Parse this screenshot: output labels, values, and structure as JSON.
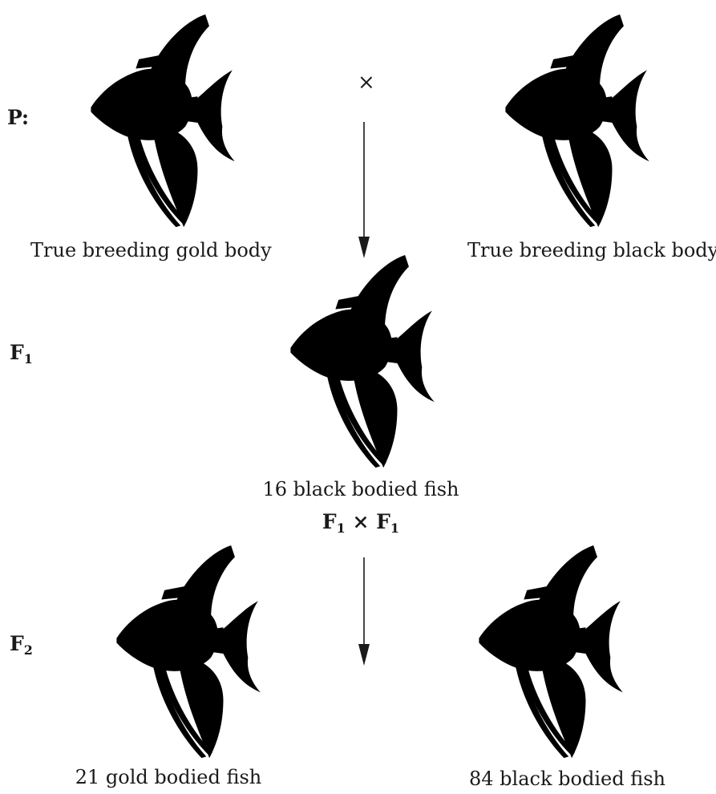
{
  "generations": {
    "p": "P:",
    "f1_main": "F",
    "f1_sub": "1",
    "f2_main": "F",
    "f2_sub": "2"
  },
  "cross_symbol": "×",
  "f1_cross": {
    "left_main": "F",
    "left_sub": "1",
    "times": " × ",
    "right_main": "F",
    "right_sub": "1"
  },
  "captions": {
    "p_gold": "True breeding gold body",
    "p_black": "True breeding black body",
    "f1_black": "16 black bodied fish",
    "f2_gold": "21 gold bodied fish",
    "f2_black": "84 black bodied fish"
  },
  "colors": {
    "gold_body": "#ffffff",
    "black_body": "#909090",
    "black_fin": "#8a8a8a",
    "outline": "#1a1a1a"
  }
}
